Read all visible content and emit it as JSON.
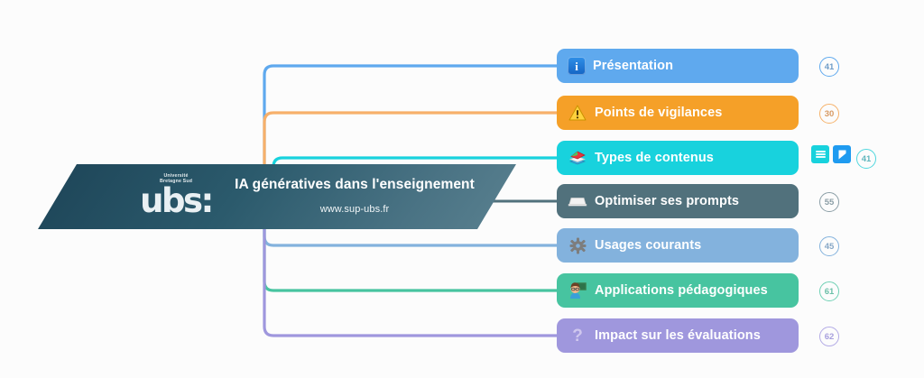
{
  "background_color": "#fcfcfc",
  "center": {
    "name": "central-banner",
    "title": "IA génératives dans l'enseignement",
    "subtitle": "www.sup-ubs.fr",
    "logo": {
      "institution_line1": "Université",
      "institution_line2": "Bretagne Sud",
      "wordmark": "ubs:"
    },
    "colors": {
      "gradient_start": "#1d4457",
      "gradient_end": "#5a8190"
    }
  },
  "branches": [
    {
      "id": "presentation",
      "label": "Présentation",
      "icon": "info-icon",
      "count": "41",
      "color": "#5fa9ee",
      "badge_border": "#5fa9ee",
      "badge_text": "#6e9cc8"
    },
    {
      "id": "points-de-vigilances",
      "label": "Points de vigilances",
      "icon": "warning-triangle-icon",
      "count": "30",
      "color": "#f5a028",
      "badge_border": "#f6b26b",
      "badge_text": "#d79a64"
    },
    {
      "id": "types-de-contenus",
      "label": "Types de contenus",
      "icon": "books-icon",
      "count": "41",
      "color": "#18d2dd",
      "badge_border": "#4fd7de",
      "badge_text": "#5fb6bd",
      "markers": [
        {
          "name": "note-icon",
          "color": "#18d2dd"
        },
        {
          "name": "flag-icon",
          "color": "#1f9bf0"
        }
      ]
    },
    {
      "id": "optimiser-ses-prompts",
      "label": "Optimiser ses prompts",
      "icon": "keyboard-icon",
      "count": "55",
      "color": "#51717c",
      "badge_border": "#8b9ea6",
      "badge_text": "#8b9ea6"
    },
    {
      "id": "usages-courants",
      "label": "Usages courants",
      "icon": "gear-icon",
      "count": "45",
      "color": "#83b2dd",
      "badge_border": "#83b2dd",
      "badge_text": "#86a7c6"
    },
    {
      "id": "applications-pedagogiques",
      "label": "Applications pédagogiques",
      "icon": "teacher-icon",
      "count": "61",
      "color": "#47c4a0",
      "badge_border": "#6fd0b4",
      "badge_text": "#6bbfa8"
    },
    {
      "id": "impact-sur-les-evaluations",
      "label": "Impact sur les évaluations",
      "icon": "question-mark-icon",
      "count": "62",
      "color": "#9f97dd",
      "badge_border": "#b3abe6",
      "badge_text": "#a79fdd"
    }
  ]
}
